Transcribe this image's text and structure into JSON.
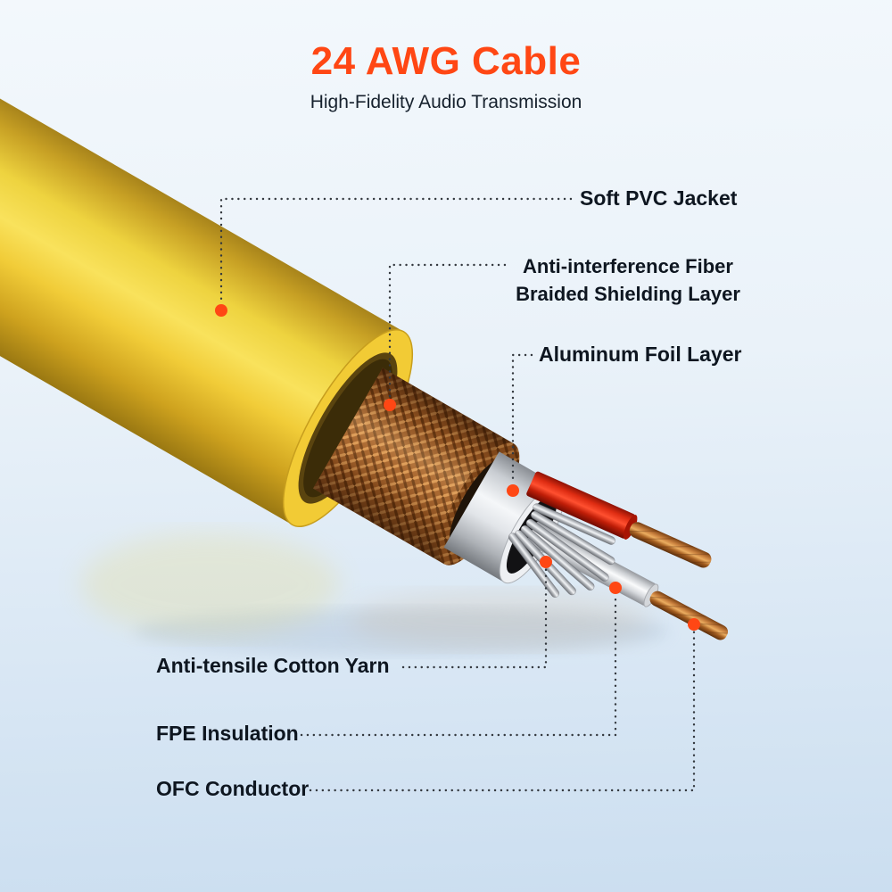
{
  "header": {
    "title": "24 AWG Cable",
    "subtitle": "High-Fidelity Audio Transmission"
  },
  "colors": {
    "accent": "#FF4714",
    "heading_text": "#17222E",
    "label_text": "#0E1620",
    "leader_line": "#33383E",
    "background_top": "#F3F8FC",
    "background_bottom": "#CBDEF0",
    "jacket_yellow": "#F6D84A",
    "braid_copper": "#A85F28",
    "foil_silver": "#EDEFF2",
    "wire_red": "#E8301A",
    "wire_white": "#F4F5F7",
    "conductor_copper": "#C97F3E",
    "strand_silver": "#D9DCE0"
  },
  "callouts": [
    {
      "id": "soft-pvc-jacket",
      "label": "Soft PVC Jacket"
    },
    {
      "id": "braided-shielding",
      "label": "Anti-interference Fiber Braided Shielding Layer"
    },
    {
      "id": "aluminum-foil",
      "label": "Aluminum Foil Layer"
    },
    {
      "id": "cotton-yarn",
      "label": "Anti-tensile Cotton Yarn"
    },
    {
      "id": "fpe-insulation",
      "label": "FPE Insulation"
    },
    {
      "id": "ofc-conductor",
      "label": "OFC Conductor"
    }
  ]
}
